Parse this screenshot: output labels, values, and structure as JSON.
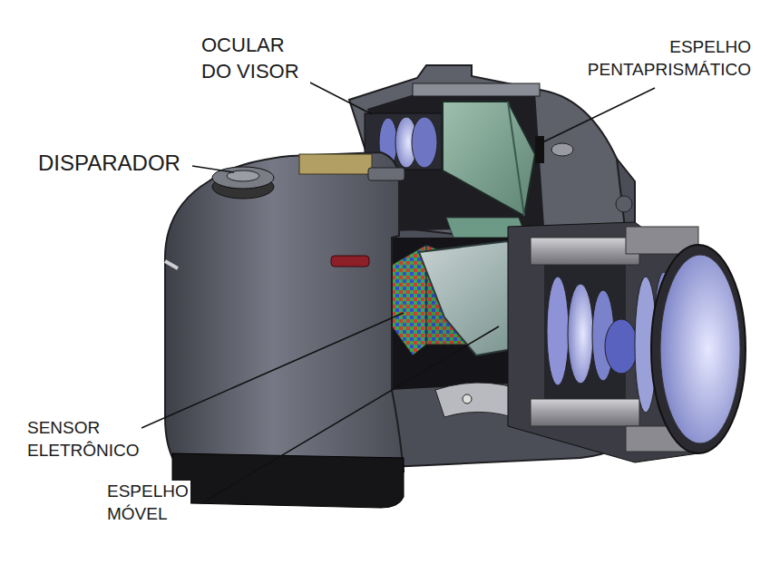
{
  "diagram": {
    "labels": [
      "OCULAR DO VISOR",
      "ESPELHO PENTAPRISMÁTICO",
      "DISPARADOR",
      "SENSOR ELETRÔNICO",
      "ESPELHO MÓVEL"
    ]
  }
}
